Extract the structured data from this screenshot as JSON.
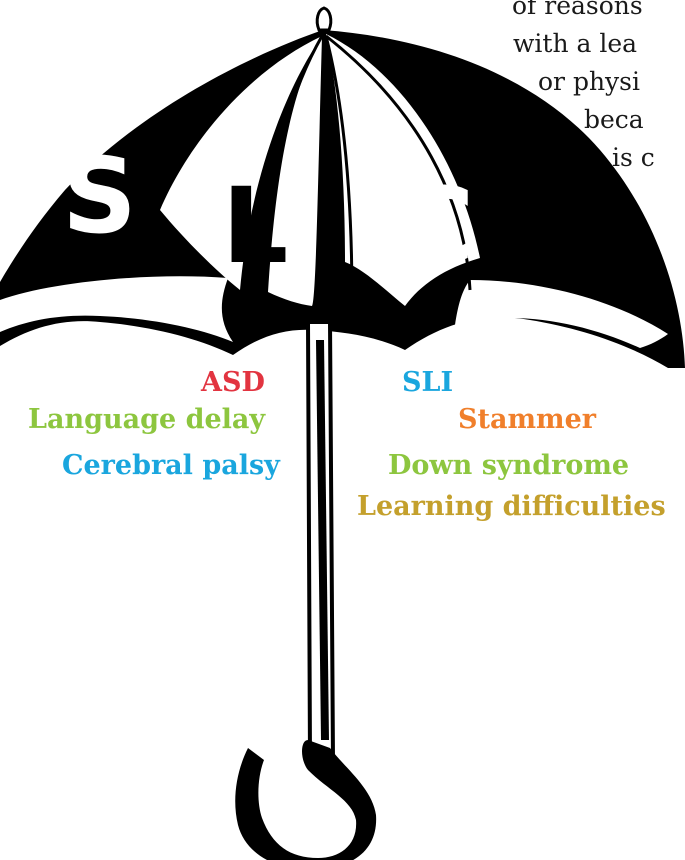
{
  "body_text_lines": [
    "of reasons",
    "with a lea",
    "or physi",
    "beca",
    "is c"
  ],
  "umbrella": {
    "letters": [
      "S",
      "L",
      "C",
      "N"
    ]
  },
  "conditions": [
    {
      "key": "asd",
      "label": "ASD",
      "color": "#e23440"
    },
    {
      "key": "sli",
      "label": "SLI",
      "color": "#1aa6de"
    },
    {
      "key": "language_delay",
      "label": "Language delay",
      "color": "#8dc63f"
    },
    {
      "key": "stammer",
      "label": "Stammer",
      "color": "#f07f2b"
    },
    {
      "key": "down_syndrome",
      "label": "Down syndrome",
      "color": "#8dc63f"
    },
    {
      "key": "cerebral_palsy",
      "label": "Cerebral palsy",
      "color": "#1aa6de"
    },
    {
      "key": "learning_difficulties",
      "label": "Learning difficulties",
      "color": "#c4a02c"
    }
  ],
  "colors": {
    "ink": "#000000",
    "canopy_light": "#ffffff"
  }
}
